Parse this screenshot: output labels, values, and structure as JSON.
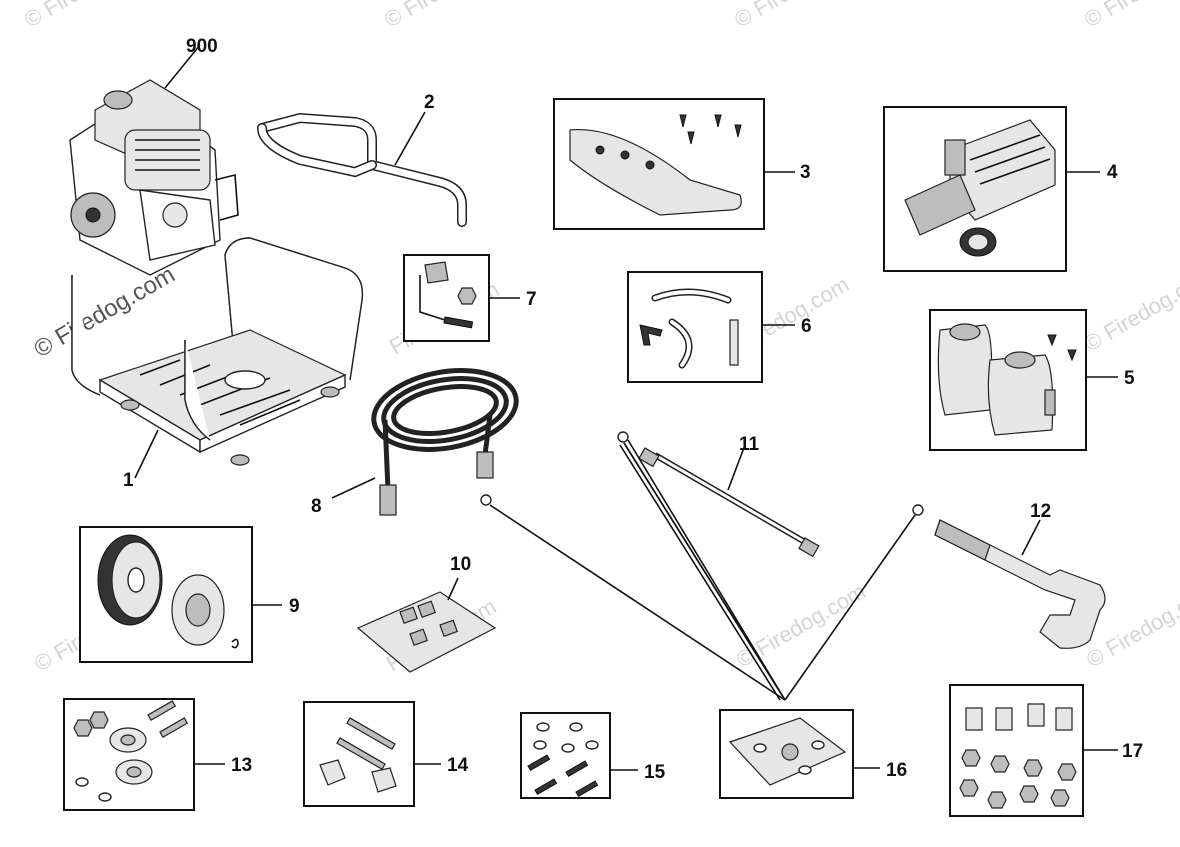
{
  "watermark": {
    "main_text": "© Firedog.com",
    "repeat_text": "© Firedog.com",
    "light_text": "Firedog.com"
  },
  "callouts": [
    {
      "id": "900",
      "label": "900"
    },
    {
      "id": "1",
      "label": "1"
    },
    {
      "id": "2",
      "label": "2"
    },
    {
      "id": "3",
      "label": "3"
    },
    {
      "id": "4",
      "label": "4"
    },
    {
      "id": "5",
      "label": "5"
    },
    {
      "id": "6",
      "label": "6"
    },
    {
      "id": "7",
      "label": "7"
    },
    {
      "id": "8",
      "label": "8"
    },
    {
      "id": "9",
      "label": "9"
    },
    {
      "id": "10",
      "label": "10"
    },
    {
      "id": "11",
      "label": "11"
    },
    {
      "id": "12",
      "label": "12"
    },
    {
      "id": "13",
      "label": "13"
    },
    {
      "id": "14",
      "label": "14"
    },
    {
      "id": "15",
      "label": "15"
    },
    {
      "id": "16",
      "label": "16"
    },
    {
      "id": "17",
      "label": "17"
    }
  ]
}
